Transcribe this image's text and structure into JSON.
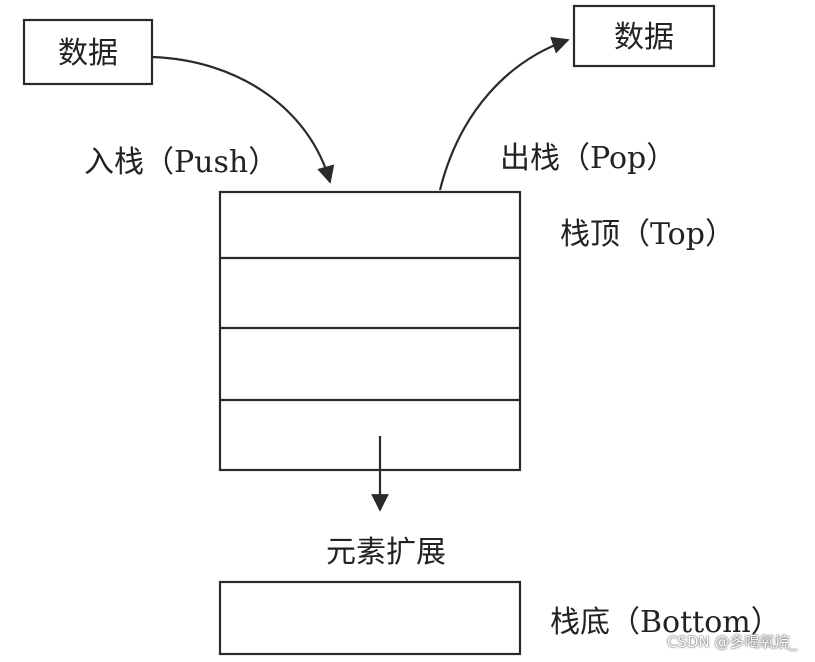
{
  "data_box_in": "数据",
  "data_box_out": "数据",
  "push_label": "入栈（Push）",
  "pop_label": "出栈（Pop）",
  "top_label": "栈顶（Top）",
  "expand_label": "元素扩展",
  "bottom_label": "栈底（Bottom）",
  "watermark": "CSDN @多喝氧烷_"
}
